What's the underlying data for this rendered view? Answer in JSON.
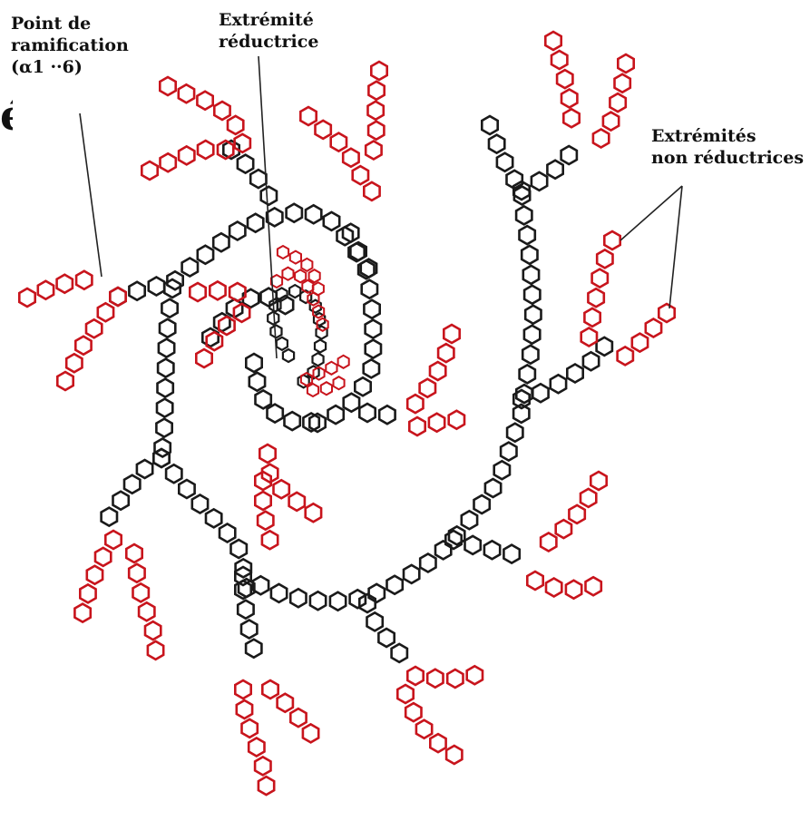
{
  "labels": {
    "branch_point": [
      "Point de",
      "ramification",
      "(α1 ··6)"
    ],
    "reducing_end": [
      "Extrémité",
      "réductrice"
    ],
    "nonreducing_ends": [
      "Extrémités",
      "non réductrices"
    ],
    "left_edge_glyph": "é"
  },
  "colors": {
    "core_chain": "#1a1a1a",
    "outer_chain": "#c8141c",
    "leader_line": "#222222",
    "background": "#ffffff"
  },
  "structure": {
    "unit_shape": "hexagon-ring",
    "description_type": "branched glucose polymer (glycogen)"
  }
}
